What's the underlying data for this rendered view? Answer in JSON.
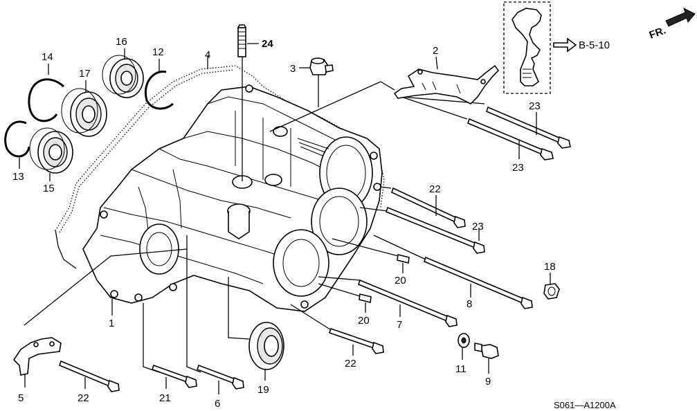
{
  "diagram": {
    "code": "S061—A1200A",
    "orientation_label": "FR.",
    "reference_label": "B-5-10",
    "callouts": [
      {
        "id": "c1",
        "text": "1"
      },
      {
        "id": "c2",
        "text": "2"
      },
      {
        "id": "c3",
        "text": "3"
      },
      {
        "id": "c4",
        "text": "4"
      },
      {
        "id": "c5",
        "text": "5"
      },
      {
        "id": "c6",
        "text": "6"
      },
      {
        "id": "c7",
        "text": "7"
      },
      {
        "id": "c8",
        "text": "8"
      },
      {
        "id": "c9",
        "text": "9"
      },
      {
        "id": "c11",
        "text": "11"
      },
      {
        "id": "c12",
        "text": "12"
      },
      {
        "id": "c13",
        "text": "13"
      },
      {
        "id": "c14",
        "text": "14"
      },
      {
        "id": "c15",
        "text": "15"
      },
      {
        "id": "c16",
        "text": "16"
      },
      {
        "id": "c17",
        "text": "17"
      },
      {
        "id": "c18",
        "text": "18"
      },
      {
        "id": "c19",
        "text": "19"
      },
      {
        "id": "c20a",
        "text": "20"
      },
      {
        "id": "c20b",
        "text": "20"
      },
      {
        "id": "c21",
        "text": "21"
      },
      {
        "id": "c22a",
        "text": "22"
      },
      {
        "id": "c22b",
        "text": "22"
      },
      {
        "id": "c22c",
        "text": "22"
      },
      {
        "id": "c23a",
        "text": "23"
      },
      {
        "id": "c23b",
        "text": "23"
      },
      {
        "id": "c23c",
        "text": "23"
      },
      {
        "id": "c24",
        "text": "24"
      }
    ]
  }
}
